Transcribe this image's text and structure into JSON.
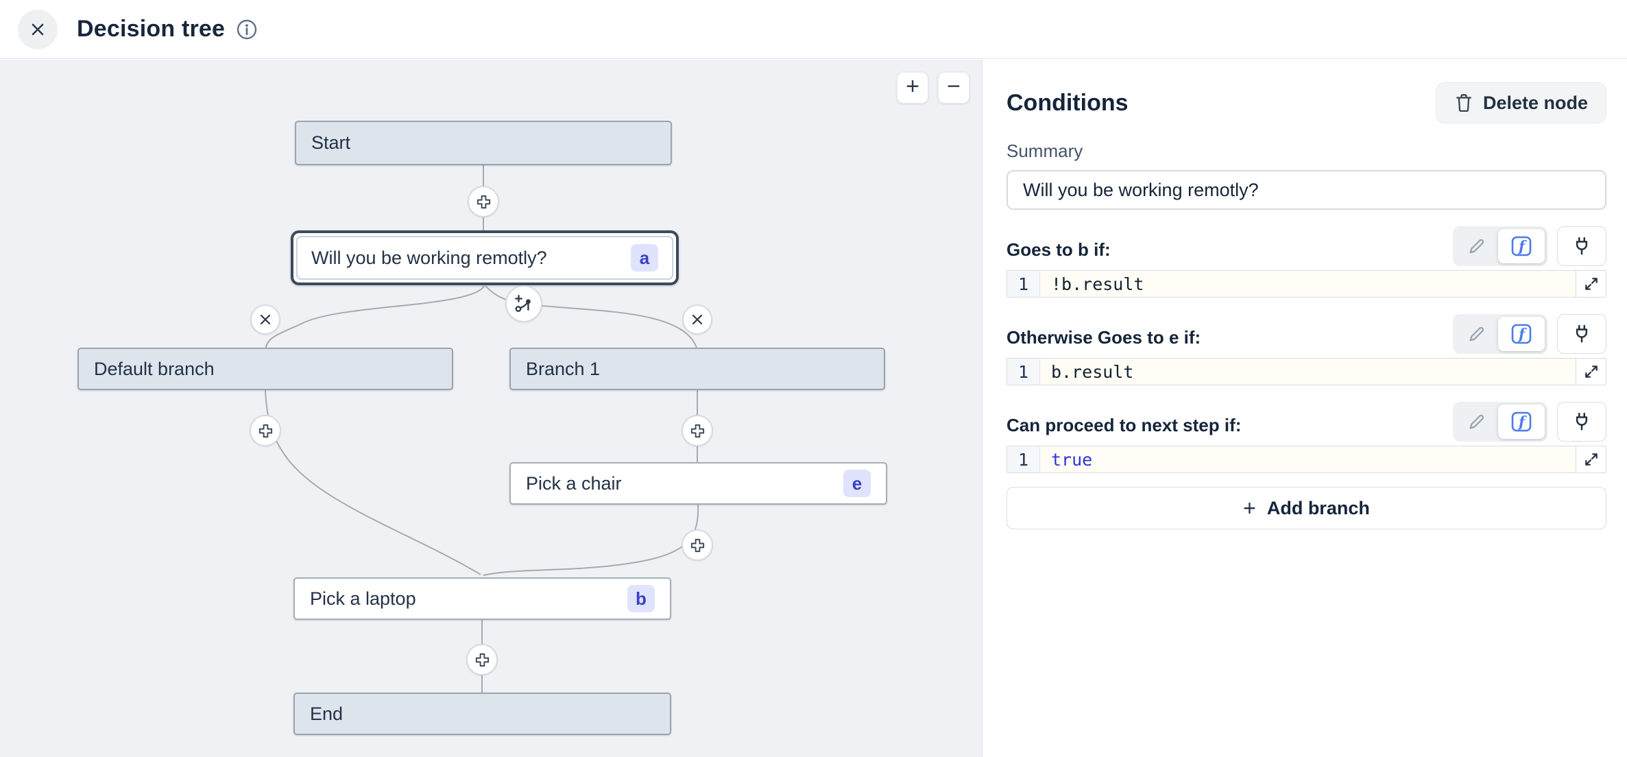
{
  "header": {
    "title": "Decision tree"
  },
  "canvas": {
    "zoom_in": "+",
    "zoom_out": "−",
    "nodes": {
      "start": {
        "label": "Start"
      },
      "question": {
        "label": "Will you be working remotly?",
        "badge": "a"
      },
      "default_branch": {
        "label": "Default branch"
      },
      "branch_1": {
        "label": "Branch 1"
      },
      "pick_chair": {
        "label": "Pick a chair",
        "badge": "e"
      },
      "pick_laptop": {
        "label": "Pick a laptop",
        "badge": "b"
      },
      "end": {
        "label": "End"
      }
    }
  },
  "panel": {
    "title": "Conditions",
    "delete_node_label": "Delete node",
    "summary_label": "Summary",
    "summary_value": "Will you be working remotly?",
    "sections": [
      {
        "label": "Goes to b if:",
        "line": "1",
        "code": "!b.result"
      },
      {
        "label": "Otherwise Goes to e if:",
        "line": "1",
        "code": "b.result"
      },
      {
        "label": "Can proceed to next step if:",
        "line": "1",
        "code": "true"
      }
    ],
    "add_branch": {
      "plus": "+",
      "label": "Add branch"
    }
  },
  "icons": {
    "close": "x-icon",
    "info": "info-icon",
    "trash": "trash-icon",
    "pencil": "pencil-icon",
    "function": "fx-icon",
    "plug": "plug-icon",
    "expand": "expand-icon",
    "plus_node": "plus-icon",
    "delete_branch": "x-icon",
    "add_branch_node": "branch-plus-icon"
  },
  "colors": {
    "canvas_bg": "#f0f1f4",
    "node_terminal_fill": "#dde4ec",
    "selected_ring": "#3d4a5c",
    "badge_bg": "#dfe3fc",
    "badge_text": "#3a41c4",
    "fx_blue": "#4b7bec",
    "keyword_blue": "#2e34d8",
    "edge_gray": "#a5aab2"
  }
}
